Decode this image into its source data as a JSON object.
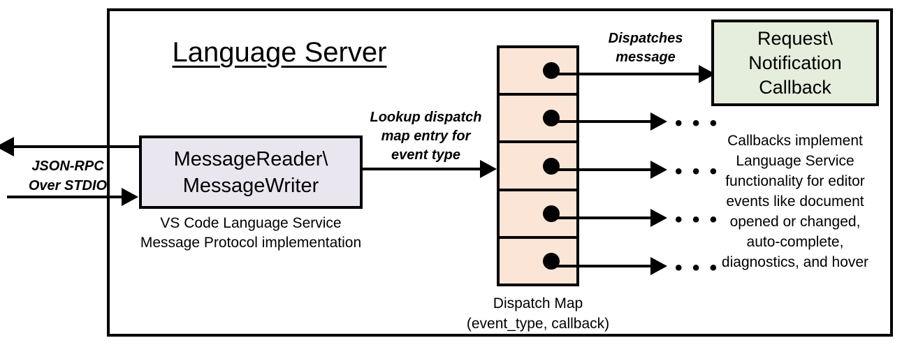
{
  "diagram": {
    "title": "Language Server",
    "frame_name": "language-server-boundary"
  },
  "external_io": {
    "label_line1": "JSON-RPC",
    "label_line2": "Over STDIO",
    "inbound_arrow": "arrow pointing right into MessageReader",
    "outbound_arrow": "arrow pointing left out of MessageWriter"
  },
  "reader_box": {
    "line1": "MessageReader\\",
    "line2": "MessageWriter",
    "caption_line1": "VS Code Language Service",
    "caption_line2": "Message Protocol implementation",
    "fill": "#EAE6F0"
  },
  "lookup_flow": {
    "line1": "Lookup dispatch",
    "line2": "map entry for",
    "line3": "event type"
  },
  "dispatch_map": {
    "caption_line1": "Dispatch Map",
    "caption_line2": "(event_type, callback)",
    "fill": "#FBE5D6",
    "cells": [
      {
        "index": 0,
        "dot": "callback-pointer"
      },
      {
        "index": 1,
        "dot": "callback-pointer"
      },
      {
        "index": 2,
        "dot": "callback-pointer"
      },
      {
        "index": 3,
        "dot": "callback-pointer"
      },
      {
        "index": 4,
        "dot": "callback-pointer"
      }
    ]
  },
  "dispatch_flow": {
    "line1": "Dispatches",
    "line2": "message"
  },
  "callback_box": {
    "line1": "Request\\",
    "line2": "Notification",
    "line3": "Callback",
    "fill": "#E5EEDC",
    "caption_line1": "Callbacks implement",
    "caption_line2": "Language Service",
    "caption_line3": "functionality for editor",
    "caption_line4": "events like document",
    "caption_line5": "opened or changed,",
    "caption_line6": "auto-complete,",
    "caption_line7": "diagnostics, and hover"
  },
  "ellipses": {
    "glyph": "• • •",
    "count": 4
  },
  "colors": {
    "stroke": "#000000",
    "background": "#FFFFFF",
    "reader_fill": "#EAE6F0",
    "map_fill": "#FBE5D6",
    "callback_fill": "#E5EEDC"
  }
}
